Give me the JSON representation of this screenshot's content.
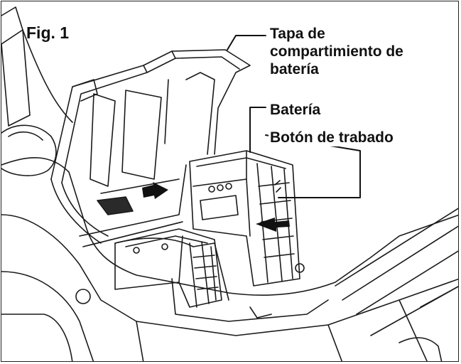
{
  "figure": {
    "label": "Fig. 1"
  },
  "callouts": {
    "lid": "Tapa de compartimiento de batería",
    "lid_line1": "Tapa de",
    "lid_line2": "compartimiento de",
    "lid_line3": "batería",
    "battery": "Batería",
    "lock_button": "Botón de trabado"
  },
  "colors": {
    "ink": "#1a1a1a",
    "arrow": "#111111",
    "background": "#ffffff"
  }
}
